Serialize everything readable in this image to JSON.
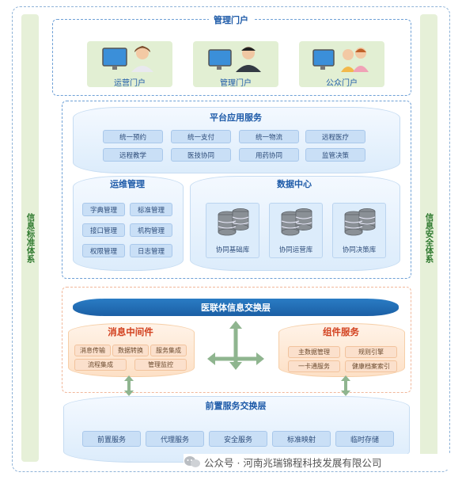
{
  "side_left": "信息标准体系",
  "side_right": "信息安全体系",
  "portal": {
    "title": "管理门户",
    "items": [
      {
        "label": "运营门户",
        "icon": "support-agent-icon"
      },
      {
        "label": "管理门户",
        "icon": "admin-user-icon"
      },
      {
        "label": "公众门户",
        "icon": "public-users-icon"
      }
    ]
  },
  "platform": {
    "title": "平台应用服务",
    "services": [
      "统一预约",
      "统一支付",
      "统一物流",
      "远程医疗",
      "远程教学",
      "医技协同",
      "用药协同",
      "监管决策"
    ],
    "ops": {
      "title": "运维管理",
      "items": [
        "字典管理",
        "标准管理",
        "接口管理",
        "机构管理",
        "权限管理",
        "日志管理"
      ]
    },
    "datacenter": {
      "title": "数据中心",
      "items": [
        "协同基础库",
        "协同运营库",
        "协同决策库"
      ]
    }
  },
  "exchange": {
    "title": "医联体信息交换层",
    "mq": {
      "title": "消息中间件",
      "items": [
        "消息传输",
        "数据转换",
        "服务集成",
        "流程集成",
        "管理监控"
      ]
    },
    "component": {
      "title": "组件服务",
      "items": [
        "主数据管理",
        "规则引擎",
        "一卡通服务",
        "健康档案索引"
      ]
    }
  },
  "front": {
    "title": "前置服务交换层",
    "items": [
      "前置服务",
      "代理服务",
      "安全服务",
      "标准映射",
      "临时存储"
    ]
  },
  "footer": "公众号 · 河南兆瑞锦程科技发展有限公司",
  "colors": {
    "blue": "#1d5aa8",
    "orange": "#d2401e",
    "green": "#2f7a2f"
  }
}
